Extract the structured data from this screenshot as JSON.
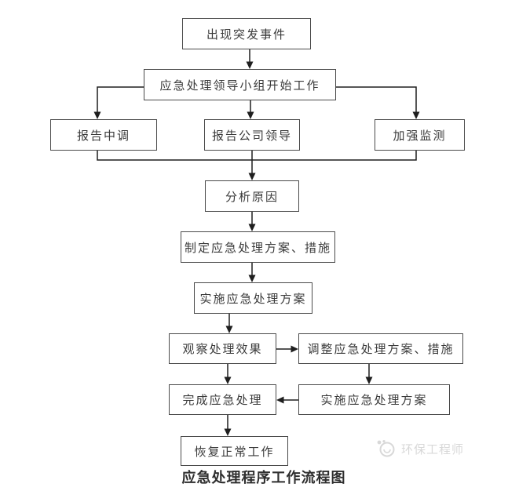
{
  "flowchart": {
    "caption": "应急处理程序工作流程图",
    "nodes": {
      "incident": "出现突发事件",
      "leading_group": "应急处理领导小组开始工作",
      "report_dispatch": "报告中调",
      "report_company": "报告公司领导",
      "strengthen_monitoring": "加强监测",
      "analyze_cause": "分析原因",
      "formulate_plan": "制定应急处理方案、措施",
      "implement_plan": "实施应急处理方案",
      "observe_effect": "观察处理效果",
      "adjust_plan": "调整应急处理方案、措施",
      "complete_handling": "完成应急处理",
      "implement_plan_again": "实施应急处理方案",
      "resume_normal": "恢复正常工作"
    }
  },
  "watermark": {
    "brand": "环保工程师",
    "logo_icon": "panda-circle-logo"
  },
  "colors": {
    "background": "#ffffff",
    "line": "#1f1f1f",
    "box_border": "#4a4a4a",
    "text": "#3a3a3a",
    "caption": "#2e2e2e",
    "watermark": "#d8d8d8"
  }
}
